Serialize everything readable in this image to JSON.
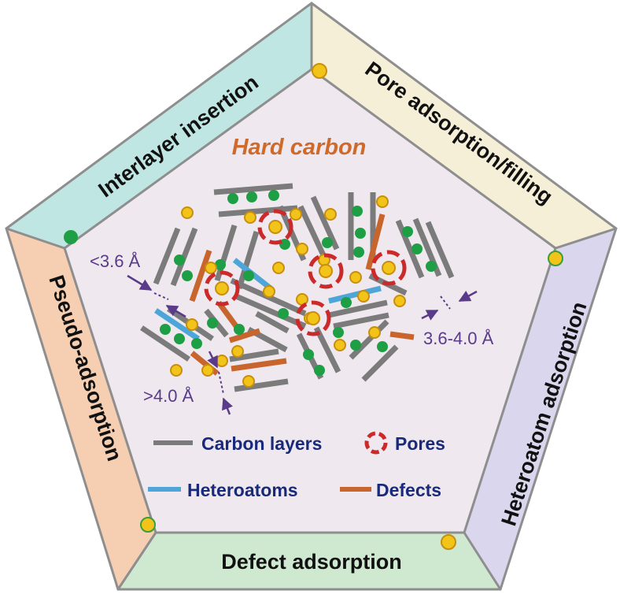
{
  "title": "Hard carbon",
  "mechanisms": {
    "interlayer": "Interlayer insertion",
    "pore": "Pore adsorption/filling",
    "heteroatom": "Heteroatom adsorption",
    "defect": "Defect adsorption",
    "pseudo": "Pseudo-adsorption"
  },
  "distances": {
    "small": "<3.6 Å",
    "mid": "3.6-4.0 Å",
    "large": ">4.0 Å"
  },
  "legend": {
    "carbon": "Carbon layers",
    "pores": "Pores",
    "heteroatoms": "Heteroatoms",
    "defects": "Defects"
  },
  "colors": {
    "carbon_layer": "#7b7b7b",
    "heteroatom": "#4ea6d8",
    "defect": "#c8652c",
    "pore_ring": "#cc2a2a",
    "sodium_ion": "#f2c41a",
    "green_atom": "#1e9e45",
    "title": "#d06a2a",
    "legend_text": "#1a2a7a",
    "dimension": "#5a3a8a",
    "panel_interlayer": "#bfe6e3",
    "panel_pore": "#f6efd8",
    "panel_heteroatom": "#d9d6ee",
    "panel_defect": "#cfe8d0",
    "panel_pseudo": "#f6cfb2",
    "inner_fill": "#efe8ee"
  }
}
